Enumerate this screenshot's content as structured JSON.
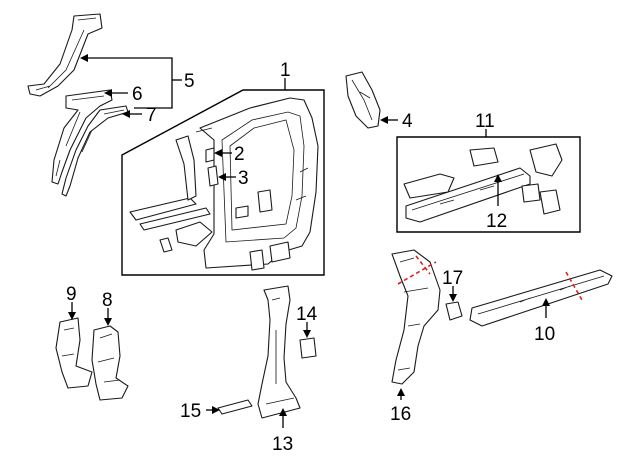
{
  "diagram": {
    "callouts": {
      "c1": "1",
      "c2": "2",
      "c3": "3",
      "c4": "4",
      "c5": "5",
      "c6": "6",
      "c7": "7",
      "c8": "8",
      "c9": "9",
      "c10": "10",
      "c11": "11",
      "c12": "12",
      "c13": "13",
      "c14": "14",
      "c15": "15",
      "c16": "16",
      "c17": "17"
    },
    "colors": {
      "line": "#1a1a1a",
      "cut_marks": "#e0201c",
      "background": "#ffffff"
    }
  }
}
